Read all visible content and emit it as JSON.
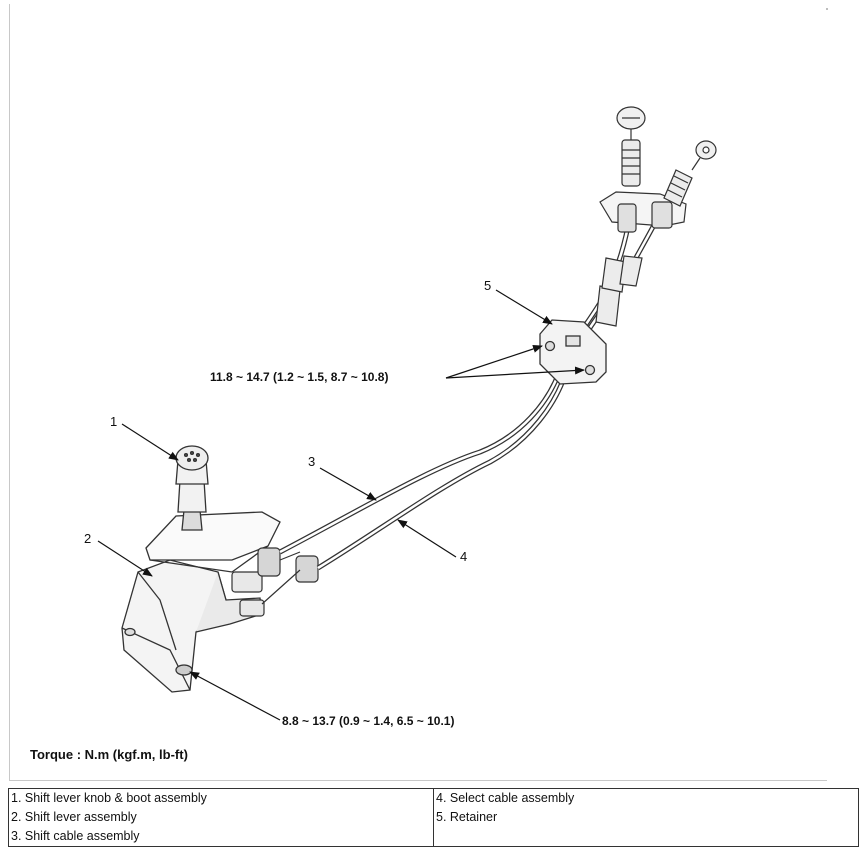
{
  "callouts": {
    "n1": "1",
    "n2": "2",
    "n3": "3",
    "n4": "4",
    "n5": "5",
    "torque_retainer": "11.8 ~ 14.7 (1.2 ~ 1.5, 8.7 ~ 10.8)",
    "torque_base": "8.8 ~ 13.7 (0.9 ~ 1.4, 6.5 ~ 10.1)"
  },
  "torque_unit_label": "Torque : N.m (kgf.m, lb-ft)",
  "legend": {
    "left": [
      "1. Shift lever knob & boot assembly",
      "2. Shift lever assembly",
      "3. Shift cable assembly"
    ],
    "right": [
      "4. Select cable assembly",
      "5. Retainer"
    ]
  }
}
